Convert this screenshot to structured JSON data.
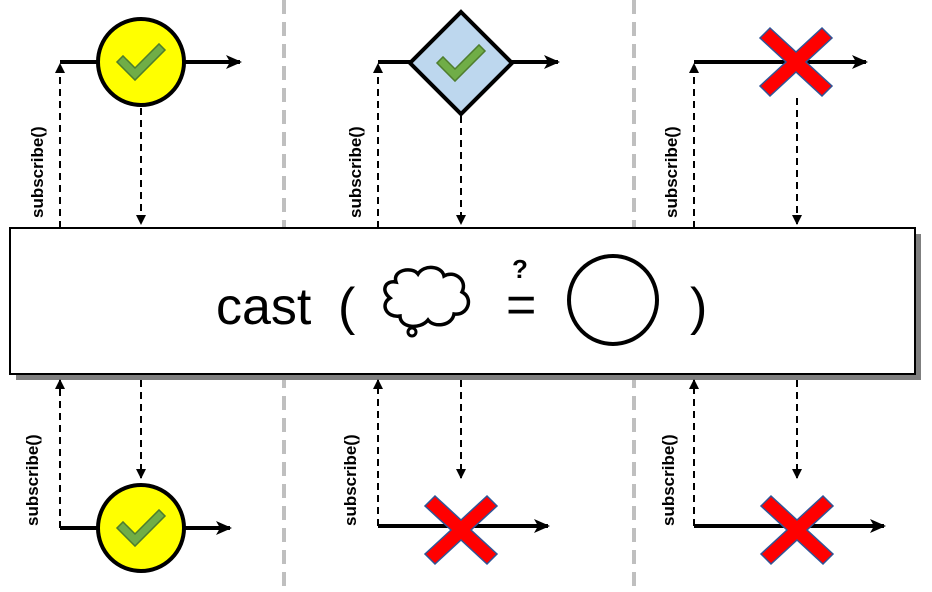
{
  "operator": {
    "name": "cast",
    "open_paren": "(",
    "close_paren": ")",
    "question": "?",
    "equals": "="
  },
  "subscribe_label": "subscribe()",
  "colors": {
    "success_fill": "#ffff00",
    "diamond_fill": "#bdd7ee",
    "check": "#70ad47",
    "error": "#ff0000",
    "divider": "#bfbfbf"
  },
  "columns": [
    {
      "upstream_item": "circle-check",
      "downstream_item": "circle-check"
    },
    {
      "upstream_item": "diamond-check",
      "downstream_item": "error"
    },
    {
      "upstream_item": "error",
      "downstream_item": "error"
    }
  ]
}
